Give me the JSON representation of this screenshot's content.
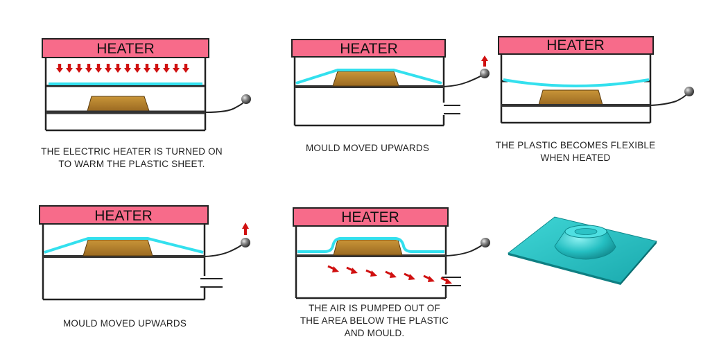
{
  "colors": {
    "heater": "#f76b8a",
    "plastic": "#33e0ee",
    "mould": "#b57d2a",
    "arrow": "#d01010",
    "frame": "#222222",
    "product": "#1db8b8"
  },
  "icons": [
    "heat-arrow-icon",
    "air-arrow-icon",
    "lever-knob-icon",
    "up-arrow-icon",
    "valve-icon"
  ],
  "steps": [
    {
      "heater_label": "HEATER",
      "caption_lines": [
        "THE ELECTRIC HEATER IS TURNED ON",
        "TO WARM THE PLASTIC SHEET."
      ]
    },
    {
      "heater_label": "HEATER",
      "caption_lines": [
        "MOULD MOVED UPWARDS"
      ]
    },
    {
      "heater_label": "HEATER",
      "caption_lines": [
        "THE PLASTIC BECOMES FLEXIBLE",
        "WHEN HEATED"
      ]
    },
    {
      "heater_label": "HEATER",
      "caption_lines": [
        "MOULD MOVED UPWARDS"
      ]
    },
    {
      "heater_label": "HEATER",
      "caption_lines": [
        "THE AIR IS PUMPED OUT OF",
        "THE AREA BELOW THE PLASTIC",
        "AND MOULD."
      ]
    }
  ]
}
